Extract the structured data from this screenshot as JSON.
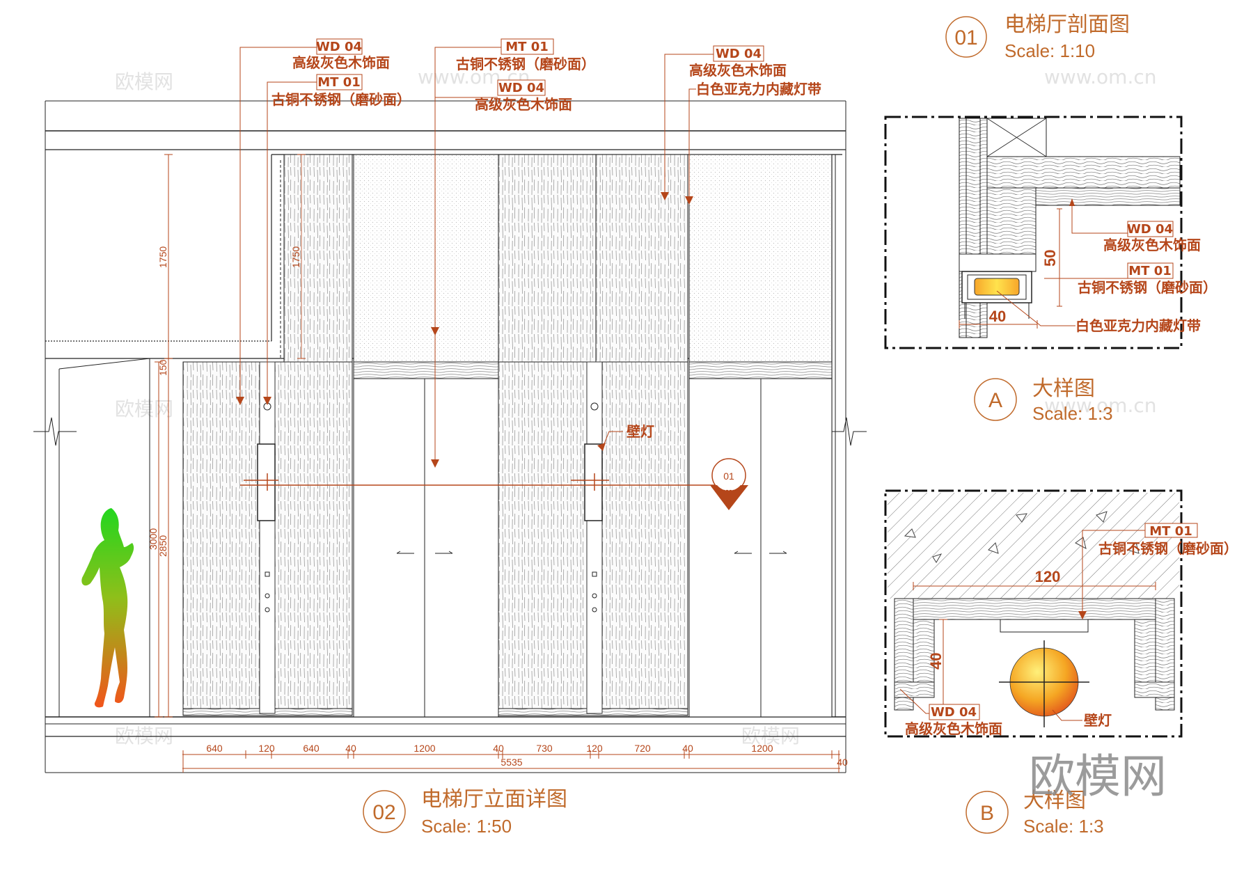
{
  "elevation": {
    "tags": {
      "wd04_left": "WD 04",
      "wd04_left_text": "高级灰色木饰面",
      "mt01_left": "MT 01",
      "mt01_left_text": "古铜不锈钢（磨砂面）",
      "mt01_mid": "MT 01",
      "mt01_mid_text": "古铜不锈钢（磨砂面）",
      "wd04_mid": "WD 04",
      "wd04_mid_text": "高级灰色木饰面",
      "wd04_right": "WD 04",
      "wd04_right_text": "高级灰色木饰面",
      "acrylic_text": "白色亚克力内藏灯带",
      "wall_light": "壁灯",
      "section_marker": "01",
      "section_marker_sub": "----"
    },
    "vertical_dims": [
      "1750",
      "150",
      "3000",
      "2850",
      "1750"
    ],
    "bottom_dims": [
      "640",
      "120",
      "640",
      "40",
      "1200",
      "40",
      "730",
      "120",
      "720",
      "40",
      "1200",
      "40"
    ],
    "total_dim": "5535",
    "title_number": "02",
    "title": "电梯厅立面详图",
    "scale": "Scale:  1:50"
  },
  "section_title": {
    "number": "01",
    "title": "电梯厅剖面图",
    "scale": "Scale:  1:10"
  },
  "detail_a": {
    "wd04_code": "WD 04",
    "wd04_text": "高级灰色木饰面",
    "mt01_code": "MT 01",
    "mt01_text": "古铜不锈钢（磨砂面）",
    "acrylic_text": "白色亚克力内藏灯带",
    "dim_50": "50",
    "dim_40": "40",
    "letter": "A",
    "title": "大样图",
    "scale": "Scale:  1:3"
  },
  "detail_b": {
    "mt01_code": "MT 01",
    "mt01_text": "古铜不锈钢（磨砂面）",
    "wd04_code": "WD 04",
    "wd04_text": "高级灰色木饰面",
    "wall_light": "壁灯",
    "dim_120": "120",
    "dim_40": "40",
    "letter": "B",
    "title": "大样图",
    "scale": "Scale:  1:3"
  },
  "watermark": {
    "text": "欧模网",
    "url": "www.om.cn",
    "brand": "欧模网"
  },
  "colors": {
    "annotation": "#b5461a",
    "title": "#c06a2b",
    "line": "#222222"
  }
}
